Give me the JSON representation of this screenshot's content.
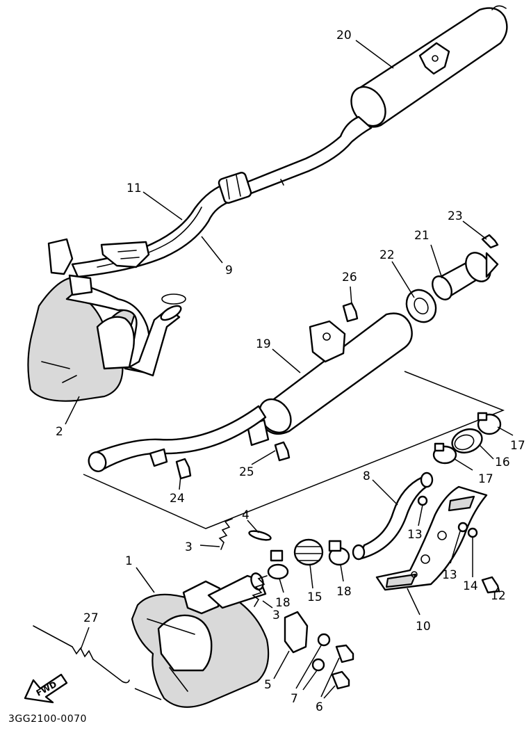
{
  "callouts": {
    "c1": "1",
    "c2": "2",
    "c3a": "3",
    "c3b": "3",
    "c4": "4",
    "c5": "5",
    "c6": "6",
    "c7": "7",
    "c8": "8",
    "c9": "9",
    "c10": "10",
    "c11": "11",
    "c12": "12",
    "c13a": "13",
    "c13b": "13",
    "c14": "14",
    "c15": "15",
    "c16": "16",
    "c17a": "17",
    "c17b": "17",
    "c18a": "18",
    "c18b": "18",
    "c19": "19",
    "c20": "20",
    "c21": "21",
    "c22": "22",
    "c23": "23",
    "c24": "24",
    "c25": "25",
    "c26": "26",
    "c27": "27"
  },
  "fwd_label": "FWD",
  "diagram_code": "3GG2100-0070"
}
